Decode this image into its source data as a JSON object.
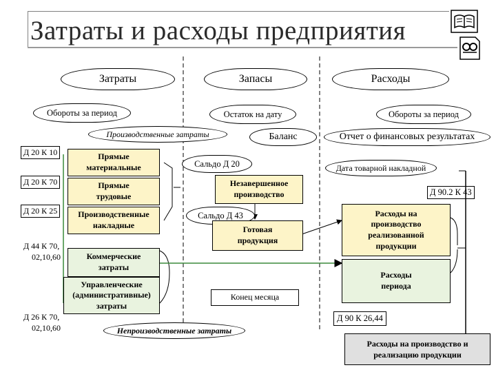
{
  "title": "Затраты и расходы предприятия",
  "headers": {
    "costs": "Затраты",
    "stocks": "Запасы",
    "expenses": "Расходы"
  },
  "sub_headers": {
    "costs_turnover": "Обороты за период",
    "stock_balance": "Остаток на дату",
    "expenses_turnover": "Обороты за период"
  },
  "labels": {
    "production_costs": "Производственные затраты",
    "balance": "Баланс",
    "fin_report": "Отчет о финансовых результатах",
    "nonproduction_costs": "Непроизводственные затраты"
  },
  "entries": {
    "d20k10": "Д 20 К 10",
    "d20k70": "Д 20 К 70",
    "d20k25": "Д 20 К 25",
    "d44_line1": "Д 44 К 70,",
    "d44_line2": "02,10,60",
    "d26_line1": "Д 26 К 70,",
    "d26_line2": "02,10,60",
    "d902k43": "Д 90.2 К 43",
    "d90k26_44": "Д 90 К 26,44"
  },
  "cost_boxes": {
    "direct_material": [
      "Прямые",
      "материальные"
    ],
    "direct_labor": [
      "Прямые",
      "трудовые"
    ],
    "overhead": [
      "Производственные",
      "накладные"
    ],
    "commercial": [
      "Коммерческие",
      "затраты"
    ],
    "administrative": [
      "Управленческие",
      "(административные)",
      "затраты"
    ]
  },
  "stock_items": {
    "saldo20": "Сальдо Д 20",
    "wip": [
      "Незавершенное",
      "производство"
    ],
    "saldo43": "Сальдо Д 43",
    "finished": [
      "Готовая",
      "продукция"
    ],
    "month_end": "Конец месяца"
  },
  "expense_items": {
    "invoice_date": "Дата товарной накладной",
    "cogs": [
      "Расходы на",
      "производство",
      "реализованной",
      "продукции"
    ],
    "period": [
      "Расходы",
      "периода"
    ],
    "total": [
      "Расходы на производство и",
      "реализацию продукции"
    ]
  },
  "icons": [
    "book-icon",
    "glasses-document-icon"
  ]
}
